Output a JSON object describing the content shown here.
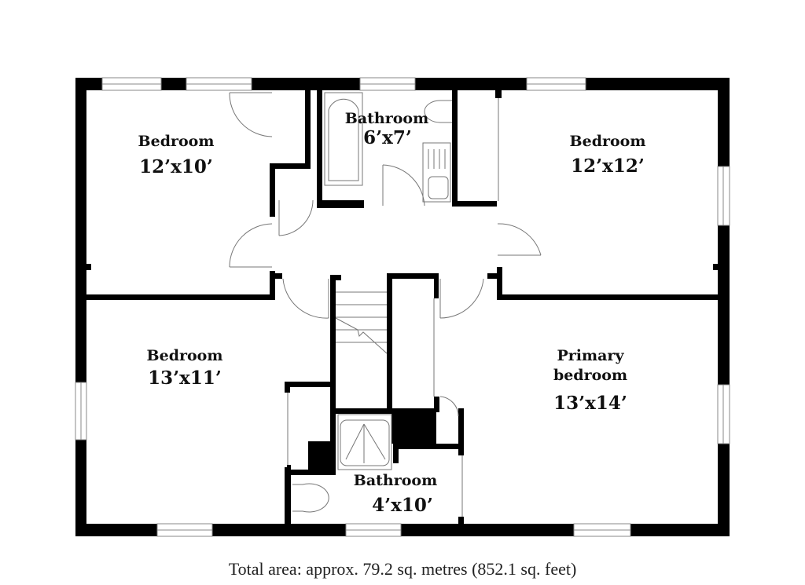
{
  "plan": {
    "wall_color": "#000000",
    "fixture_color": "#777777",
    "rooms": [
      {
        "name": "Bedroom",
        "size": "12’x10’"
      },
      {
        "name": "Bathroom",
        "size": "6’x7’"
      },
      {
        "name": "Bedroom",
        "size": "12’x12’"
      },
      {
        "name": "Bedroom",
        "size": "13’x11’"
      },
      {
        "name_line1": "Primary",
        "name_line2": "bedroom",
        "size": "13’x14’"
      },
      {
        "name": "Bathroom",
        "size": "4’x10’"
      }
    ]
  },
  "footer": {
    "total_area": "Total area: approx. 79.2 sq. metres (852.1 sq. feet)"
  }
}
